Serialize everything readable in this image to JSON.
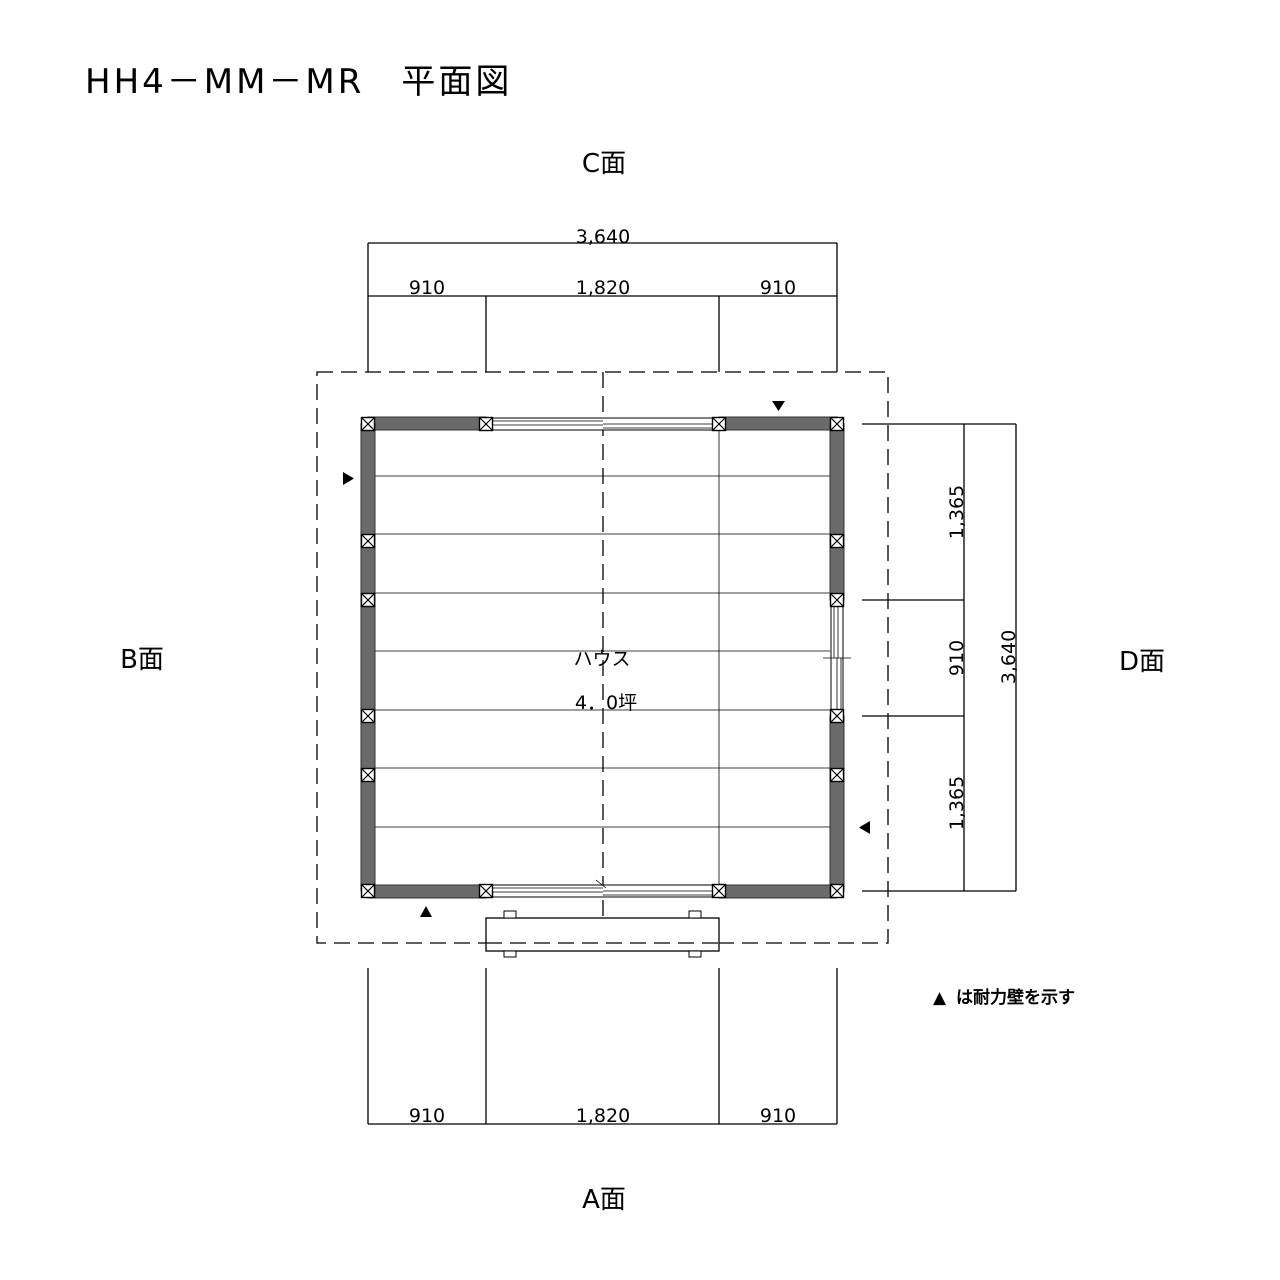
{
  "title": "HH4－MM－MR　平面図",
  "faces": {
    "top": "C面",
    "bottom": "A面",
    "left": "B面",
    "right": "D面"
  },
  "dimensions": {
    "top_total": "3,640",
    "top_segments": [
      "910",
      "1,820",
      "910"
    ],
    "bottom_segments": [
      "910",
      "1,820",
      "910"
    ],
    "right_segments": [
      "1,365",
      "910",
      "1,365"
    ],
    "right_total": "3,640"
  },
  "room": {
    "name": "ハウス",
    "area": "4．0坪"
  },
  "legend": {
    "symbol": "▲",
    "text": "は耐力壁を示す"
  }
}
